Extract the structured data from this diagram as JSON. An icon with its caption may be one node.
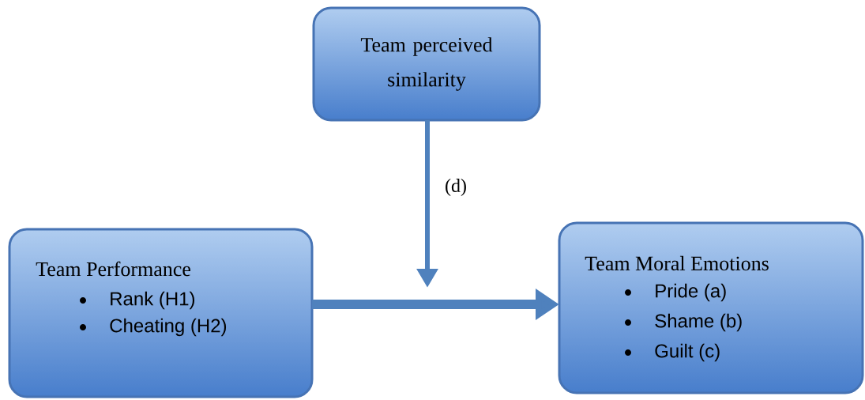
{
  "diagram": {
    "nodes": [
      {
        "text": [
          "Team perceived similarity"
        ]
      },
      {
        "text": [
          "Team Performance",
          "Rank (H1)",
          "Cheating (H2)"
        ]
      },
      {
        "text": [
          "Team Moral Emotions",
          "Pride (a)",
          "Shame (b)",
          "Guilt (c)"
        ]
      }
    ],
    "edges": [
      {
        "from": 0,
        "to": null,
        "arrow": "to",
        "label": "(d)"
      },
      {
        "from": 1,
        "to": 2,
        "arrow": "to",
        "style": "thick"
      }
    ]
  }
}
